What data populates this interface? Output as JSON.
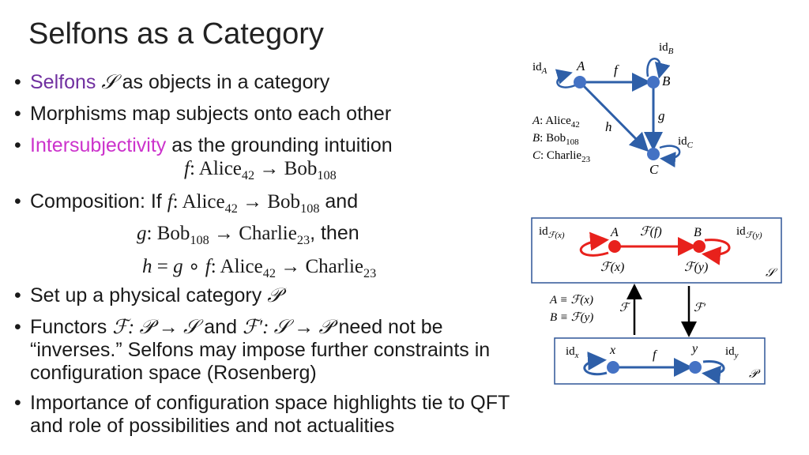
{
  "title": "Selfons as a Category",
  "bullets": {
    "b1_colored": "Selfons",
    "b1_sym": "𝒮",
    "b1_rest": "as objects in a category",
    "b2": "Morphisms map subjects onto each other",
    "b3_colored": "Intersubjectivity",
    "b3_rest": "as the grounding intuition",
    "b3_math": {
      "f": "f",
      "sep": ": Alice",
      "sub1": "42",
      "arrow": " → Bob",
      "sub2": "108"
    },
    "b4_prefix": "Composition: If",
    "b4_math": {
      "f": "f",
      "sep": ": Alice",
      "sub1": "42",
      "arrow": " → Bob",
      "sub2": "108"
    },
    "b4_suffix": "and",
    "b4_line2": {
      "g": "g",
      "sep": ": Bob",
      "sub1": "108",
      "arrow": " → Charlie",
      "sub2": "23",
      "suffix": ", then"
    },
    "b4_line3": {
      "h": "h",
      "eq": " = ",
      "g": "g",
      "comp": " ∘ ",
      "f": "f",
      "sep": ": Alice",
      "sub1": "42",
      "arrow": " → Charlie",
      "sub2": "23"
    },
    "b5_text": "Set up a physical category",
    "b5_sym": "𝒫",
    "b6_prefix": "Functors",
    "b6_math1": "ℱ: 𝒫 → 𝒮",
    "b6_and": "and",
    "b6_math2": "ℱ′: 𝒮 → 𝒫",
    "b6_suffix": "need not be",
    "b6_line2": "“inverses.” Selfons may impose further constraints in",
    "b6_line3": "configuration space (Rosenberg)",
    "b7_line1": "Importance of configuration space highlights tie to QFT",
    "b7_line2": "and role of possibilities and not actualities"
  },
  "diagram1": {
    "nodes": [
      "A",
      "B",
      "C"
    ],
    "arrows": {
      "f": "f",
      "g": "g",
      "h": "h"
    },
    "id_a": "id",
    "id_a_sub": "A",
    "id_b": "id",
    "id_b_sub": "B",
    "id_c": "id",
    "id_c_sub": "C",
    "legend": [
      {
        "var": "A",
        "name": ": Alice",
        "sub": "42"
      },
      {
        "var": "B",
        "name": ": Bob",
        "sub": "108"
      },
      {
        "var": "C",
        "name": ": Charlie",
        "sub": "23"
      }
    ],
    "colors": {
      "node": "#4472C4",
      "edge": "#2E5FA8"
    }
  },
  "diagram2": {
    "top": {
      "id_left": "id",
      "id_left_sub": "ℱ(x)",
      "id_right": "id",
      "id_right_sub": "ℱ(y)",
      "node_a": "A",
      "node_b": "B",
      "arrow": "ℱ(f)",
      "fx": "ℱ(x)",
      "fy": "ℱ(y)",
      "category": "𝒮",
      "color": "#E8211C"
    },
    "functor_left": "ℱ",
    "functor_right": "ℱ′",
    "equivs": [
      "A ≡ ℱ(x)",
      "B ≡ ℱ(y)"
    ],
    "bottom": {
      "id_left": "id",
      "id_left_sub": "x",
      "id_right": "id",
      "id_right_sub": "y",
      "node_x": "x",
      "node_y": "y",
      "arrow": "f",
      "category": "𝒫",
      "color": "#4472C4"
    }
  }
}
